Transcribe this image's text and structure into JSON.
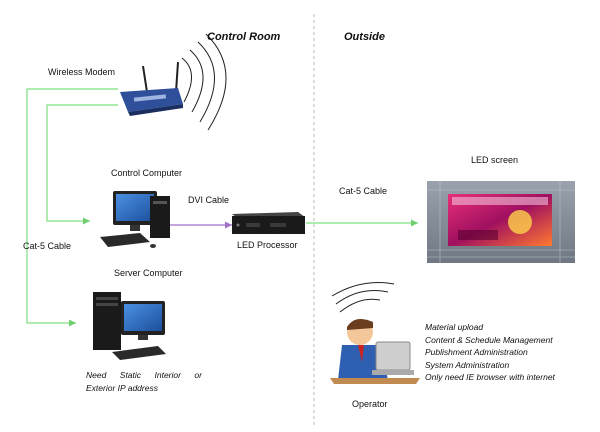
{
  "headers": {
    "control_room": "Control Room",
    "outside": "Outside"
  },
  "labels": {
    "wireless_modem": "Wireless Modem",
    "control_computer": "Control Computer",
    "dvi_cable": "DVI Cable",
    "led_processor": "LED Processor",
    "cat5_cable_left": "Cat-5 Cable",
    "server_computer": "Server Computer",
    "cat5_cable_right": "Cat-5 Cable",
    "led_screen": "LED screen",
    "operator": "Operator"
  },
  "server_note": {
    "line1_words": [
      "Need",
      "Static",
      "Interior",
      "or"
    ],
    "line2": "Exterior IP address"
  },
  "operator_tasks": [
    "Material upload",
    "Content & Schedule Management",
    "Publishment Administration",
    "System Administration",
    "Only need IE browser with internet"
  ],
  "colors": {
    "cat5_line": "#7fe07f",
    "dvi_line": "#b88ad8",
    "divider": "#bbbbbb",
    "device_dark": "#1a1a1a",
    "modem_blue": "#2f4f9a",
    "screen_accent": "#c0186b"
  },
  "icons": [
    "wireless-modem-icon",
    "control-computer-icon",
    "led-processor-icon",
    "server-computer-icon",
    "led-screen-icon",
    "operator-icon"
  ]
}
